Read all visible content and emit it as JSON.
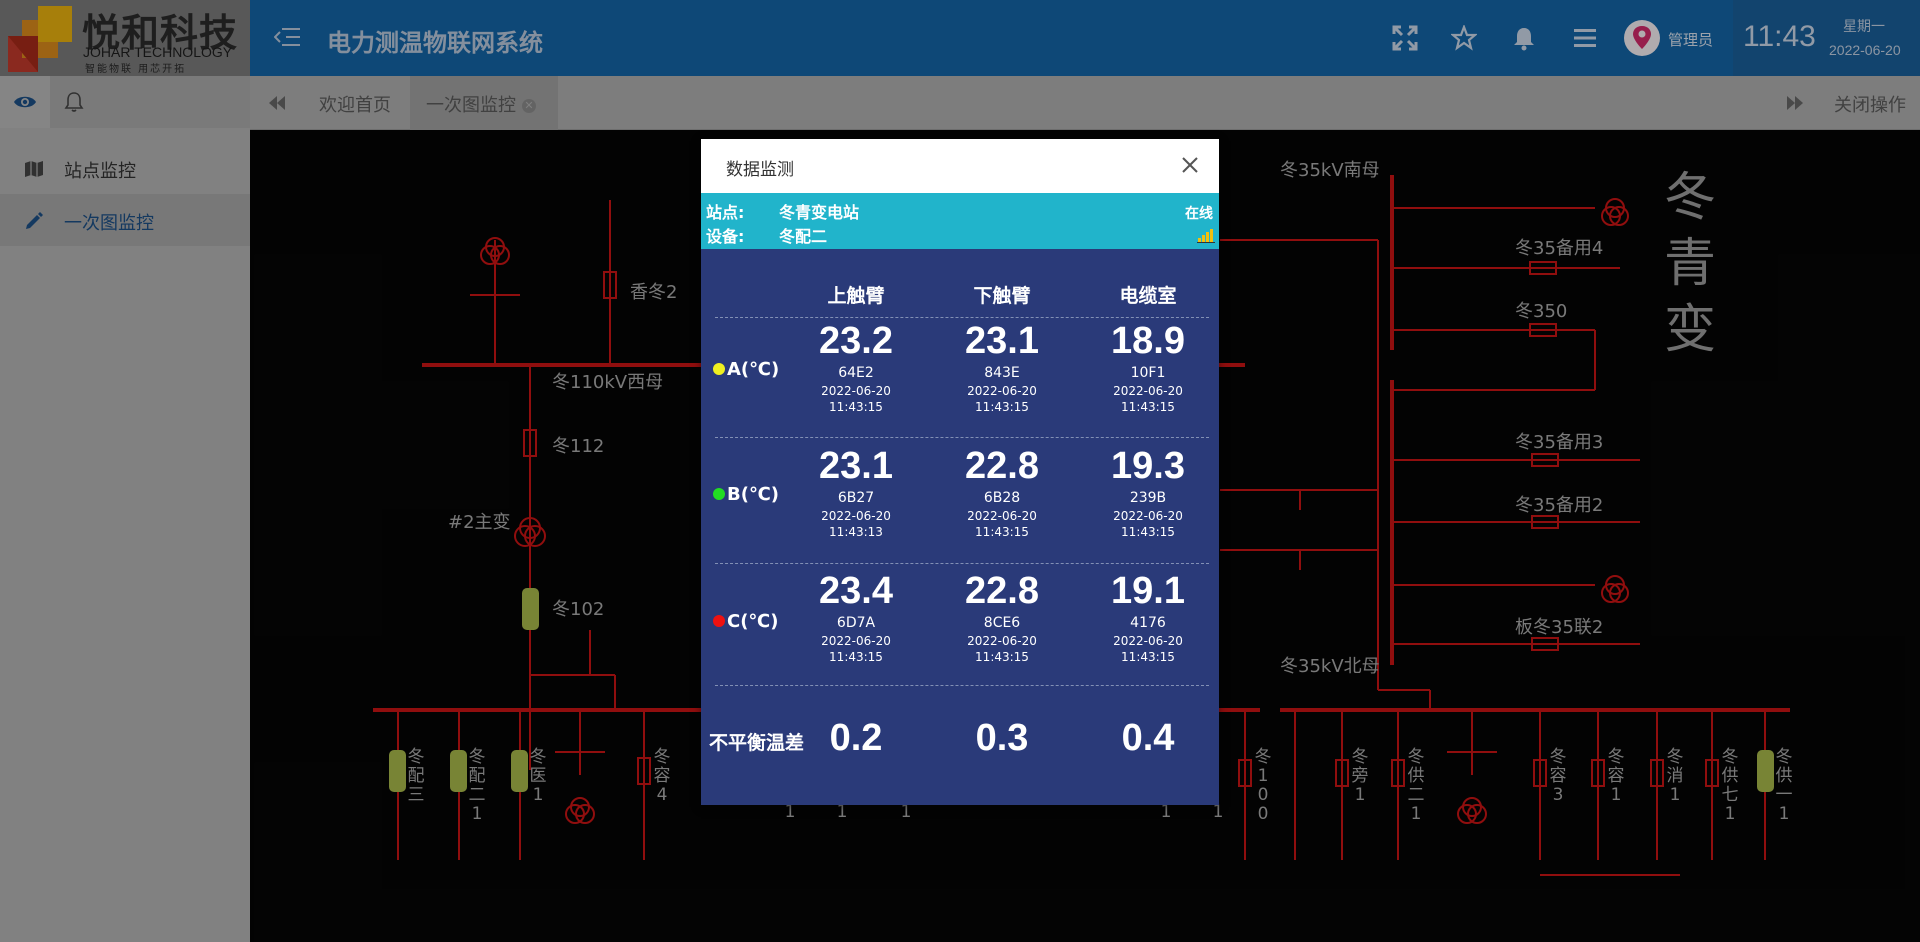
{
  "header": {
    "logo_cn": "悦和科技",
    "logo_en": "JOHAR TECHNOLOGY",
    "logo_sub": "智能物联 用芯开拓",
    "app_title": "电力测温物联网系统",
    "user": "管理员",
    "time": "11:43",
    "weekday": "星期一",
    "date": "2022-06-20"
  },
  "sidebar": {
    "items": [
      {
        "label": "站点监控",
        "icon": "map-icon"
      },
      {
        "label": "一次图监控",
        "icon": "pencil-icon"
      }
    ]
  },
  "tabs": {
    "items": [
      {
        "label": "欢迎首页"
      },
      {
        "label": "一次图监控"
      }
    ],
    "close_ops": "关闭操作"
  },
  "diagram": {
    "station_name": "冬青变",
    "labels": {
      "bus_35kv_south": "冬35kV南母",
      "bus_35kv_north": "冬35kV北母",
      "bus_110kv_west": "冬110kV西母",
      "xiang_dong_2": "香冬2",
      "dong_112": "冬112",
      "main_tr2": "#2主变",
      "dong_102": "冬102",
      "dong35_spare4": "冬35备用4",
      "dong350": "冬350",
      "dong35_spare3": "冬35备用3",
      "dong35_spare2": "冬35备用2",
      "ban_dong35_lian2": "板冬35联2"
    },
    "feeders_left": [
      "冬配三",
      "冬配二1",
      "冬医1",
      "冬容4"
    ],
    "feeders_right": [
      "冬100",
      "冬旁1",
      "冬供二1",
      "冬容3",
      "冬容1",
      "冬消1",
      "冬供七1",
      "冬供一1"
    ],
    "hidden_digits": [
      "1",
      "1",
      "1",
      "1",
      "1"
    ],
    "colors": {
      "line": "#c81414",
      "background": "#050505",
      "switch_fill": "#a7b84a"
    }
  },
  "modal": {
    "title": "数据监测",
    "station_key": "站点:",
    "station_val": "冬青变电站",
    "device_key": "设备:",
    "device_val": "冬配二",
    "status": "在线",
    "columns": [
      "上触臂",
      "下触臂",
      "电缆室"
    ],
    "rows": [
      {
        "label": "A(℃)",
        "color": "#f0f020",
        "cells": [
          {
            "val": "23.2",
            "id": "64E2",
            "date": "2022-06-20",
            "time": "11:43:15"
          },
          {
            "val": "23.1",
            "id": "843E",
            "date": "2022-06-20",
            "time": "11:43:15"
          },
          {
            "val": "18.9",
            "id": "10F1",
            "date": "2022-06-20",
            "time": "11:43:15"
          }
        ]
      },
      {
        "label": "B(℃)",
        "color": "#22dd22",
        "cells": [
          {
            "val": "23.1",
            "id": "6B27",
            "date": "2022-06-20",
            "time": "11:43:13"
          },
          {
            "val": "22.8",
            "id": "6B28",
            "date": "2022-06-20",
            "time": "11:43:15"
          },
          {
            "val": "19.3",
            "id": "239B",
            "date": "2022-06-20",
            "time": "11:43:15"
          }
        ]
      },
      {
        "label": "C(℃)",
        "color": "#ee1111",
        "cells": [
          {
            "val": "23.4",
            "id": "6D7A",
            "date": "2022-06-20",
            "time": "11:43:15"
          },
          {
            "val": "22.8",
            "id": "8CE6",
            "date": "2022-06-20",
            "time": "11:43:15"
          },
          {
            "val": "19.1",
            "id": "4176",
            "date": "2022-06-20",
            "time": "11:43:15"
          }
        ]
      }
    ],
    "diff_label": "不平衡温差",
    "diff_values": [
      "0.2",
      "0.3",
      "0.4"
    ]
  }
}
